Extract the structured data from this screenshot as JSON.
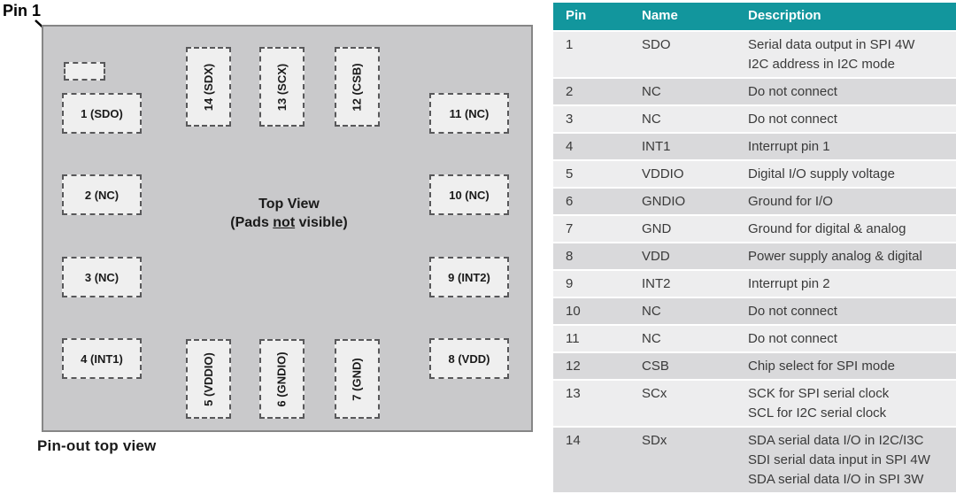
{
  "colors": {
    "header_teal": "#12969d",
    "row_light": "#ededee",
    "row_dark": "#d9d9db",
    "chip_fill": "#c9c9cb",
    "pin_fill": "#efefef"
  },
  "diagram": {
    "pin1_label": "Pin 1",
    "center_title": "Top View",
    "center_sub_prefix": "(Pads ",
    "center_sub_underlined": "not",
    "center_sub_suffix": " visible)",
    "caption": "Pin-out top view",
    "pins_left": [
      "1 (SDO)",
      "2 (NC)",
      "3 (NC)",
      "4 (INT1)"
    ],
    "pins_top": [
      "14 (SDX)",
      "13 (SCX)",
      "12 (CSB)"
    ],
    "pins_right": [
      "11 (NC)",
      "10 (NC)",
      "9 (INT2)",
      "8 (VDD)"
    ],
    "pins_bottom": [
      "5 (VDDIO)",
      "6 (GNDIO)",
      "7 (GND)"
    ]
  },
  "table": {
    "headers": [
      "Pin",
      "Name",
      "Description"
    ],
    "rows": [
      {
        "pin": "1",
        "name": "SDO",
        "description": [
          "Serial data output in SPI 4W",
          "I2C address in I2C mode"
        ]
      },
      {
        "pin": "2",
        "name": "NC",
        "description": [
          "Do not connect"
        ]
      },
      {
        "pin": "3",
        "name": "NC",
        "description": [
          "Do not connect"
        ]
      },
      {
        "pin": "4",
        "name": "INT1",
        "description": [
          "Interrupt pin 1"
        ]
      },
      {
        "pin": "5",
        "name": "VDDIO",
        "description": [
          "Digital I/O supply voltage"
        ]
      },
      {
        "pin": "6",
        "name": "GNDIO",
        "description": [
          "Ground for I/O"
        ]
      },
      {
        "pin": "7",
        "name": "GND",
        "description": [
          "Ground for digital & analog"
        ]
      },
      {
        "pin": "8",
        "name": "VDD",
        "description": [
          "Power supply analog & digital"
        ]
      },
      {
        "pin": "9",
        "name": "INT2",
        "description": [
          "Interrupt pin 2"
        ]
      },
      {
        "pin": "10",
        "name": "NC",
        "description": [
          "Do not connect"
        ]
      },
      {
        "pin": "11",
        "name": "NC",
        "description": [
          "Do not connect"
        ]
      },
      {
        "pin": "12",
        "name": "CSB",
        "description": [
          "Chip select for SPI mode"
        ]
      },
      {
        "pin": "13",
        "name": "SCx",
        "description": [
          "SCK for SPI serial clock",
          "SCL for I2C serial clock"
        ]
      },
      {
        "pin": "14",
        "name": "SDx",
        "description": [
          "SDA serial data I/O in I2C/I3C",
          "SDI serial data input in SPI 4W",
          "SDA serial data I/O in SPI 3W"
        ]
      }
    ]
  }
}
